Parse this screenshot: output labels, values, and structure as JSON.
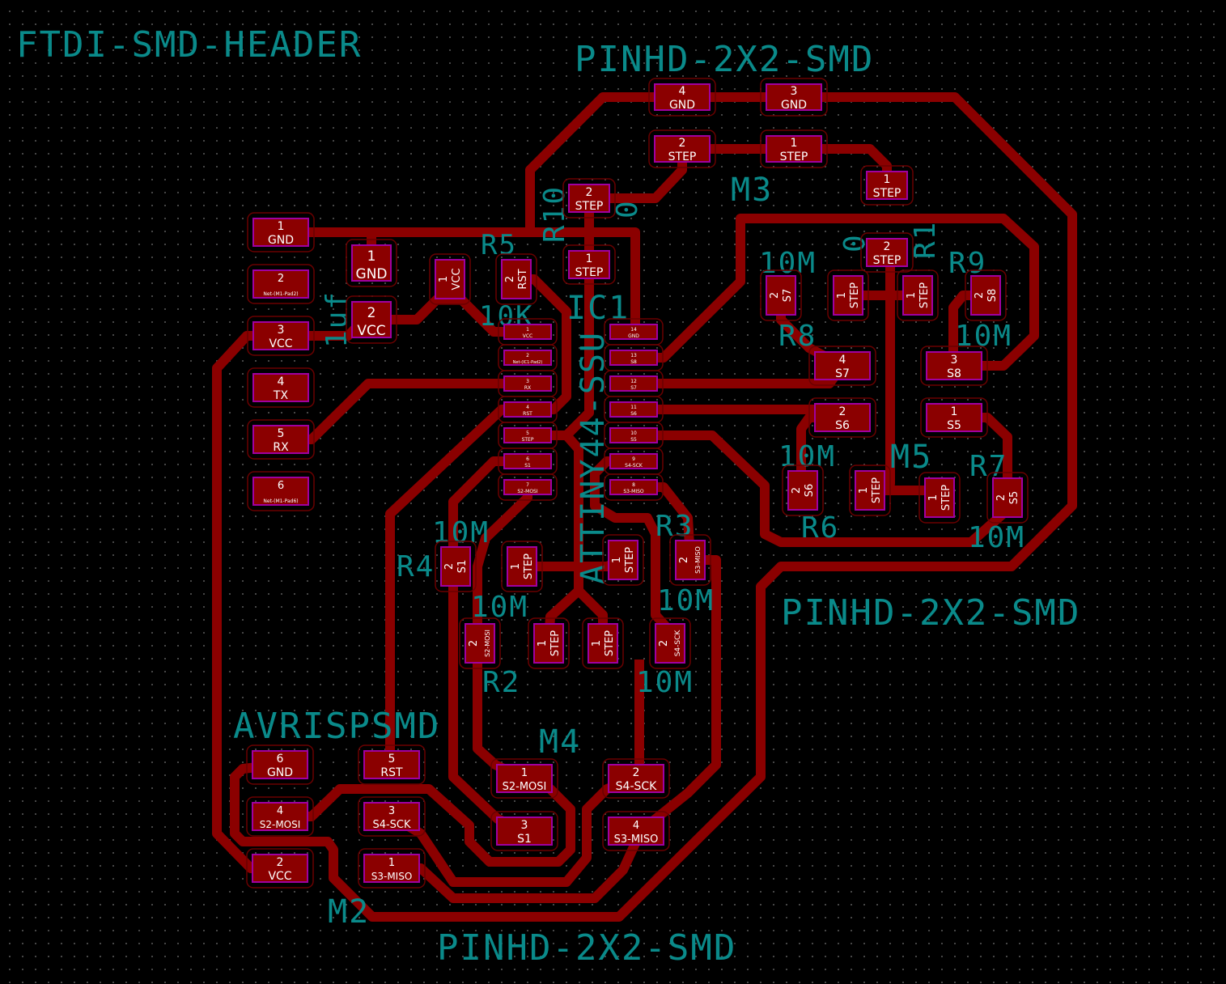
{
  "colors": {
    "trace": "#8b0000",
    "pad": "#8b0000",
    "pad_outline": "#a000a0",
    "clearance": "#6a0000",
    "silk": "#0a8a8a"
  },
  "labels": {
    "m3_value": "PINHD-2X2-SMD",
    "m3_ref": "M3",
    "m5_value": "PINHD-2X2-SMD",
    "m5_ref": "M5",
    "m4_value": "PINHD-2X2-SMD",
    "m4_ref": "M4",
    "m1_value": "FTDI-SMD-HEADER",
    "m2_value": "AVRISPSMD",
    "m2_ref": "M2",
    "r10_ref": "R10",
    "r1_ref": "R1",
    "r1_val": "0",
    "r10_val": "0",
    "r5_ref": "R5",
    "r5_val": "10K",
    "ic1_ref": "IC1",
    "ic1_val": "ATTINY44-SSU",
    "r8_val": "10M",
    "r8_ref": "R8",
    "r9_ref": "R9",
    "r9_val": "10M",
    "r6_val": "10M",
    "r6_ref": "R6",
    "r7_ref": "R7",
    "r7_val": "10M",
    "r4_val": "10M",
    "r4_ref": "R4",
    "r3_ref": "R3",
    "r3_val": "10M",
    "r2_ref": "R2",
    "r2_val": "10M",
    "rx_val": "10M",
    "c1_val": "1uf"
  },
  "pads": [
    {
      "num": "4",
      "net": "GND"
    },
    {
      "num": "3",
      "net": "GND"
    },
    {
      "num": "2",
      "net": "STEP"
    },
    {
      "num": "1",
      "net": "STEP"
    },
    {
      "num": "2",
      "net": "STEP"
    },
    {
      "num": "1",
      "net": "STEP"
    },
    {
      "num": "1",
      "net": "STEP"
    },
    {
      "num": "2",
      "net": "STEP"
    },
    {
      "num": "1",
      "net": "GND"
    },
    {
      "num": "2",
      "net": "Net-(M1-Pad2)"
    },
    {
      "num": "3",
      "net": "VCC"
    },
    {
      "num": "4",
      "net": "TX"
    },
    {
      "num": "5",
      "net": "RX"
    },
    {
      "num": "6",
      "net": "Net-(M1-Pad6)"
    },
    {
      "num": "1",
      "net": "GND"
    },
    {
      "num": "2",
      "net": "VCC"
    },
    {
      "num": "1",
      "net": "VCC"
    },
    {
      "num": "2",
      "net": "RST"
    },
    {
      "num": "1",
      "net": "VCC"
    },
    {
      "num": "2",
      "net": "Net-(IC1-Pad2)"
    },
    {
      "num": "3",
      "net": "RX"
    },
    {
      "num": "4",
      "net": "RST"
    },
    {
      "num": "5",
      "net": "STEP"
    },
    {
      "num": "6",
      "net": "S1"
    },
    {
      "num": "7",
      "net": "S2-MOSI"
    },
    {
      "num": "14",
      "net": "GND"
    },
    {
      "num": "13",
      "net": "S8"
    },
    {
      "num": "12",
      "net": "S7"
    },
    {
      "num": "11",
      "net": "S6"
    },
    {
      "num": "10",
      "net": "S5"
    },
    {
      "num": "9",
      "net": "S4-SCK"
    },
    {
      "num": "8",
      "net": "S3-MISO"
    },
    {
      "num": "2",
      "net": "S7"
    },
    {
      "num": "1",
      "net": "STEP"
    },
    {
      "num": "1",
      "net": "STEP"
    },
    {
      "num": "2",
      "net": "S8"
    },
    {
      "num": "4",
      "net": "S7"
    },
    {
      "num": "3",
      "net": "S8"
    },
    {
      "num": "2",
      "net": "S6"
    },
    {
      "num": "1",
      "net": "S5"
    },
    {
      "num": "2",
      "net": "S6"
    },
    {
      "num": "1",
      "net": "STEP"
    },
    {
      "num": "1",
      "net": "STEP"
    },
    {
      "num": "2",
      "net": "S5"
    },
    {
      "num": "2",
      "net": "S1"
    },
    {
      "num": "1",
      "net": "STEP"
    },
    {
      "num": "1",
      "net": "STEP"
    },
    {
      "num": "2",
      "net": "S3-MISO"
    },
    {
      "num": "2",
      "net": "S2-MOSI"
    },
    {
      "num": "1",
      "net": "STEP"
    },
    {
      "num": "1",
      "net": "STEP"
    },
    {
      "num": "2",
      "net": "S4-SCK"
    },
    {
      "num": "1",
      "net": "S2-MOSI"
    },
    {
      "num": "2",
      "net": "S4-SCK"
    },
    {
      "num": "3",
      "net": "S1"
    },
    {
      "num": "4",
      "net": "S3-MISO"
    },
    {
      "num": "6",
      "net": "GND"
    },
    {
      "num": "5",
      "net": "RST"
    },
    {
      "num": "4",
      "net": "S2-MOSI"
    },
    {
      "num": "3",
      "net": "S4-SCK"
    },
    {
      "num": "2",
      "net": "VCC"
    },
    {
      "num": "1",
      "net": "S3-MISO"
    }
  ]
}
